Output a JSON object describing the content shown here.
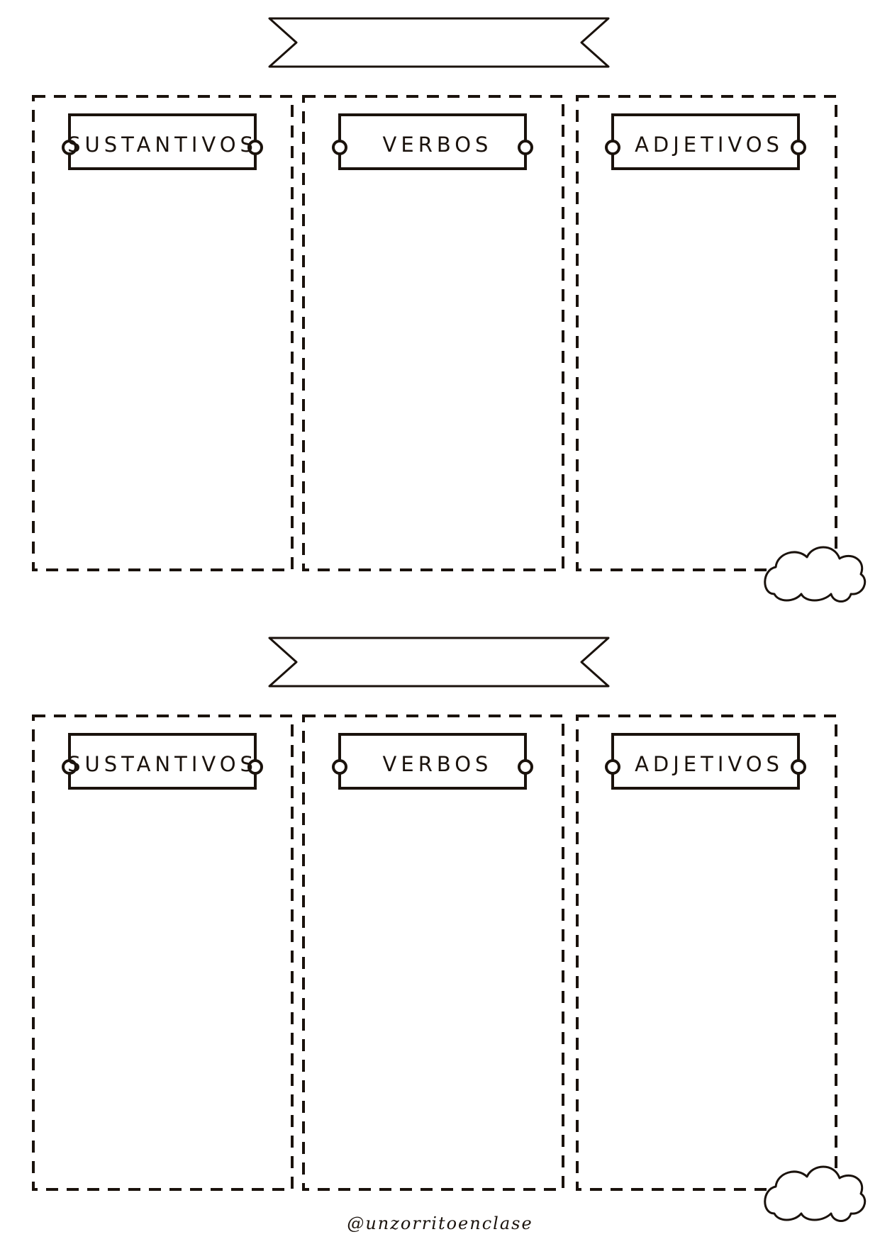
{
  "worksheets": [
    {
      "title_banner": "",
      "columns": [
        {
          "label": "SUSTANTIVOS"
        },
        {
          "label": "VERBOS"
        },
        {
          "label": "ADJETIVOS"
        }
      ]
    },
    {
      "title_banner": "",
      "columns": [
        {
          "label": "SUSTANTIVOS"
        },
        {
          "label": "VERBOS"
        },
        {
          "label": "ADJETIVOS"
        }
      ]
    }
  ],
  "footer": {
    "credit": "@unzorritoenclase"
  },
  "colors": {
    "ink": "#1a120c",
    "paper": "#ffffff"
  }
}
